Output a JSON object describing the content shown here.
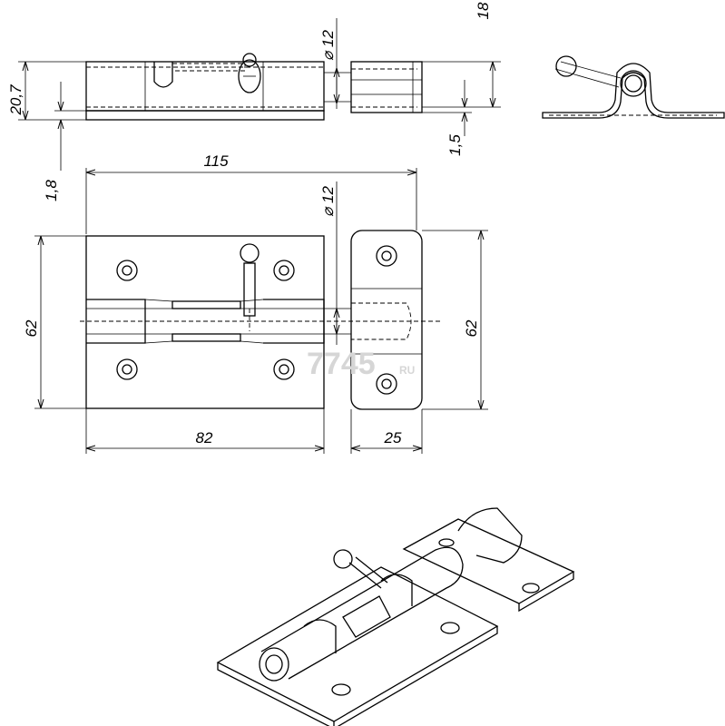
{
  "dimensions": {
    "dia12_top": "⌀ 12",
    "h18": "18",
    "h20_7": "20,7",
    "t1_5": "1,5",
    "t1_8": "1,8",
    "w115": "115",
    "dia12_front": "⌀ 12",
    "h62_left": "62",
    "h62_right": "62",
    "w82": "82",
    "w25": "25"
  },
  "watermark": {
    "main": "7745",
    "suffix": "RU"
  }
}
